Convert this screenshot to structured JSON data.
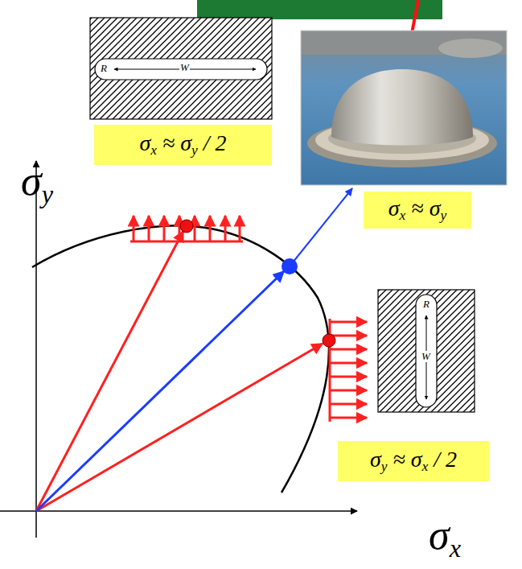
{
  "diagram": {
    "nodes": [
      {
        "text": [
          "σx ≈ σy / 2"
        ]
      },
      {
        "text": [
          "σx ≈ σy"
        ]
      },
      {
        "text": [
          "σy ≈ σx / 2"
        ]
      }
    ],
    "labels": [
      "R",
      "W",
      "σy",
      "R",
      "W",
      "σx"
    ]
  }
}
